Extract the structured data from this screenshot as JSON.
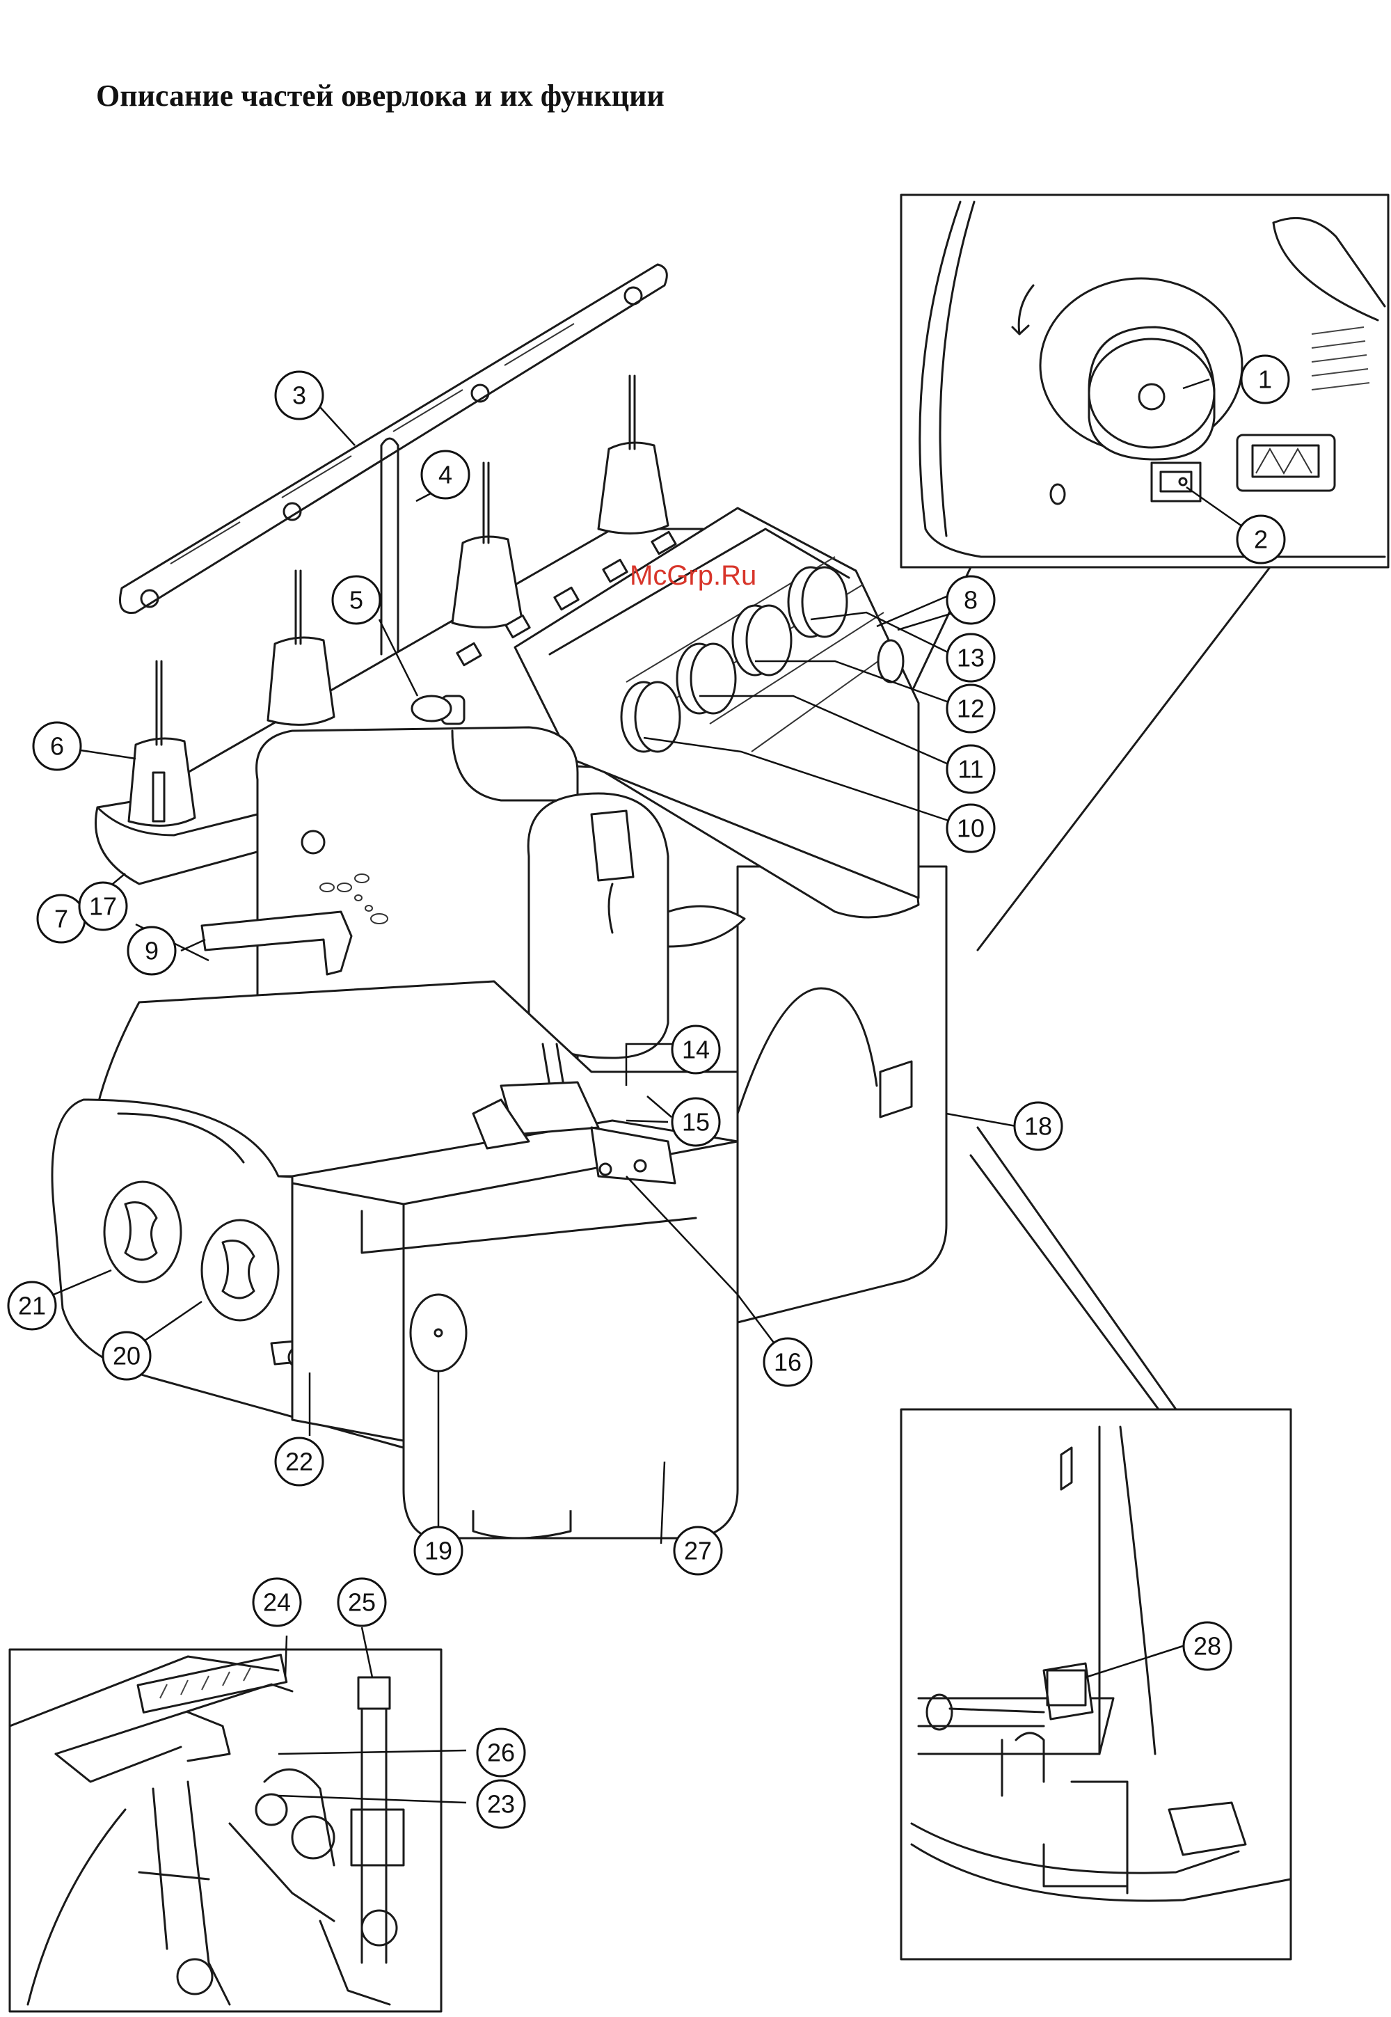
{
  "page": {
    "title": "Описание частей оверлока и их функции",
    "watermark": "McGrp.Ru"
  },
  "callouts": [
    "1",
    "2",
    "3",
    "4",
    "5",
    "6",
    "7",
    "8",
    "9",
    "10",
    "11",
    "12",
    "13",
    "14",
    "15",
    "16",
    "17",
    "18",
    "19",
    "20",
    "21",
    "22",
    "23",
    "24",
    "25",
    "26",
    "27",
    "28"
  ],
  "colors": {
    "line": "#1a1a1a",
    "watermark": "#d8352a"
  }
}
